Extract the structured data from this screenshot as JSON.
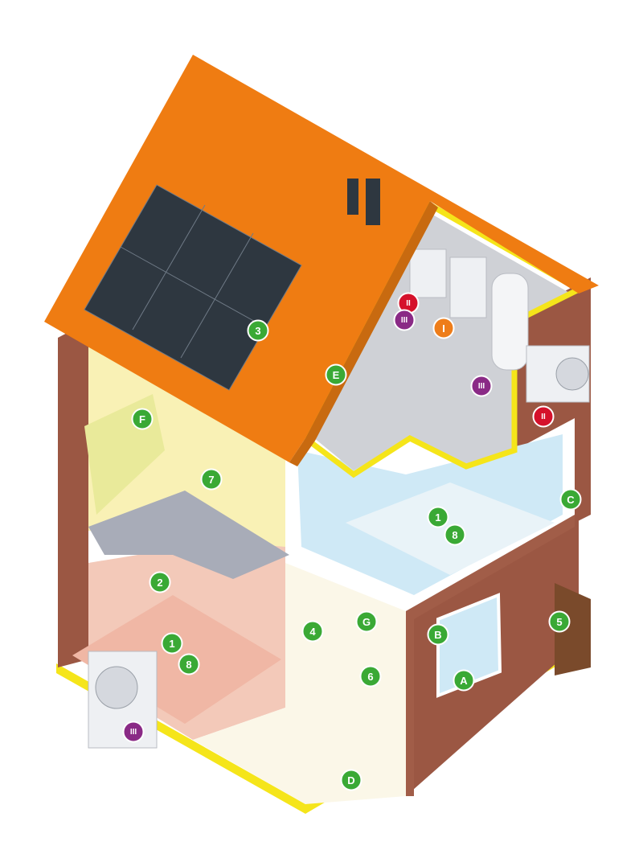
{
  "colors": {
    "green": "#3aa935",
    "red": "#d5112b",
    "purple": "#8a2a86",
    "orange": "#ee7d1a",
    "insulation": "#f5e51a",
    "brick": "#9b5743",
    "roof": "#ef7c12",
    "solar": "#2e3740"
  },
  "markers": [
    {
      "id": "g-3",
      "label": "3",
      "color": "green"
    },
    {
      "id": "g-E",
      "label": "E",
      "color": "green"
    },
    {
      "id": "g-F",
      "label": "F",
      "color": "green"
    },
    {
      "id": "g-7",
      "label": "7",
      "color": "green"
    },
    {
      "id": "g-C",
      "label": "C",
      "color": "green"
    },
    {
      "id": "g-1-up",
      "label": "1",
      "color": "green"
    },
    {
      "id": "g-8-up",
      "label": "8",
      "color": "green"
    },
    {
      "id": "g-2",
      "label": "2",
      "color": "green"
    },
    {
      "id": "g-1-down",
      "label": "1",
      "color": "green"
    },
    {
      "id": "g-8-down",
      "label": "8",
      "color": "green"
    },
    {
      "id": "g-4",
      "label": "4",
      "color": "green"
    },
    {
      "id": "g-G",
      "label": "G",
      "color": "green"
    },
    {
      "id": "g-6",
      "label": "6",
      "color": "green"
    },
    {
      "id": "g-B",
      "label": "B",
      "color": "green"
    },
    {
      "id": "g-A",
      "label": "A",
      "color": "green"
    },
    {
      "id": "g-5",
      "label": "5",
      "color": "green"
    },
    {
      "id": "g-D",
      "label": "D",
      "color": "green"
    },
    {
      "id": "r-II-attic",
      "label": "II",
      "color": "red"
    },
    {
      "id": "r-II-wall",
      "label": "II",
      "color": "red"
    },
    {
      "id": "p-III-attic",
      "label": "III",
      "color": "purple"
    },
    {
      "id": "p-III-tank",
      "label": "III",
      "color": "purple"
    },
    {
      "id": "p-III-pump",
      "label": "III",
      "color": "purple"
    },
    {
      "id": "o-I",
      "label": "I",
      "color": "orange"
    }
  ]
}
